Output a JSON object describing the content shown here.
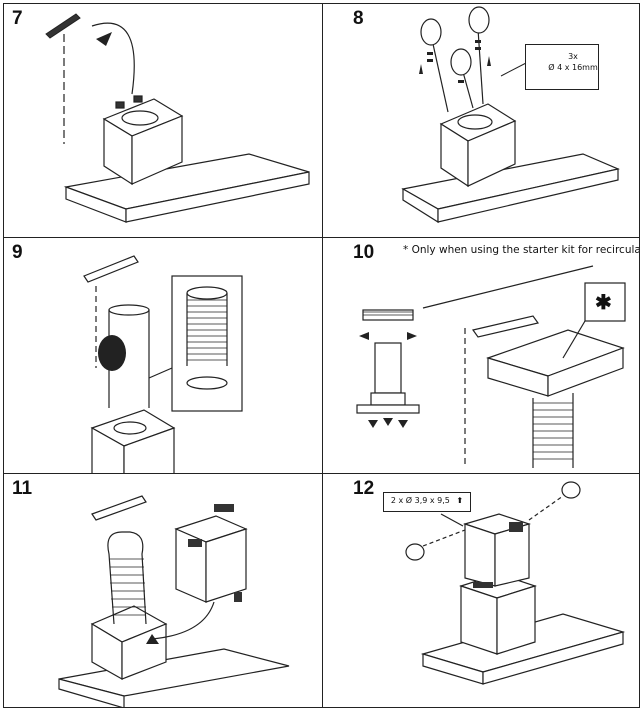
{
  "steps": [
    {
      "number": "7"
    },
    {
      "number": "8",
      "screw_count": "3x",
      "screw_size": "Ø 4 x 16mm"
    },
    {
      "number": "9"
    },
    {
      "number": "10",
      "note": "* Only when using the starter kit for recirculation",
      "asterisk": "✱"
    },
    {
      "number": "11"
    },
    {
      "number": "12",
      "screw_spec": "2 x Ø 3,9 x 9,5"
    }
  ],
  "colors": {
    "line": "#222222",
    "fill_dark": "#333333",
    "fill_light": "#ffffff"
  }
}
